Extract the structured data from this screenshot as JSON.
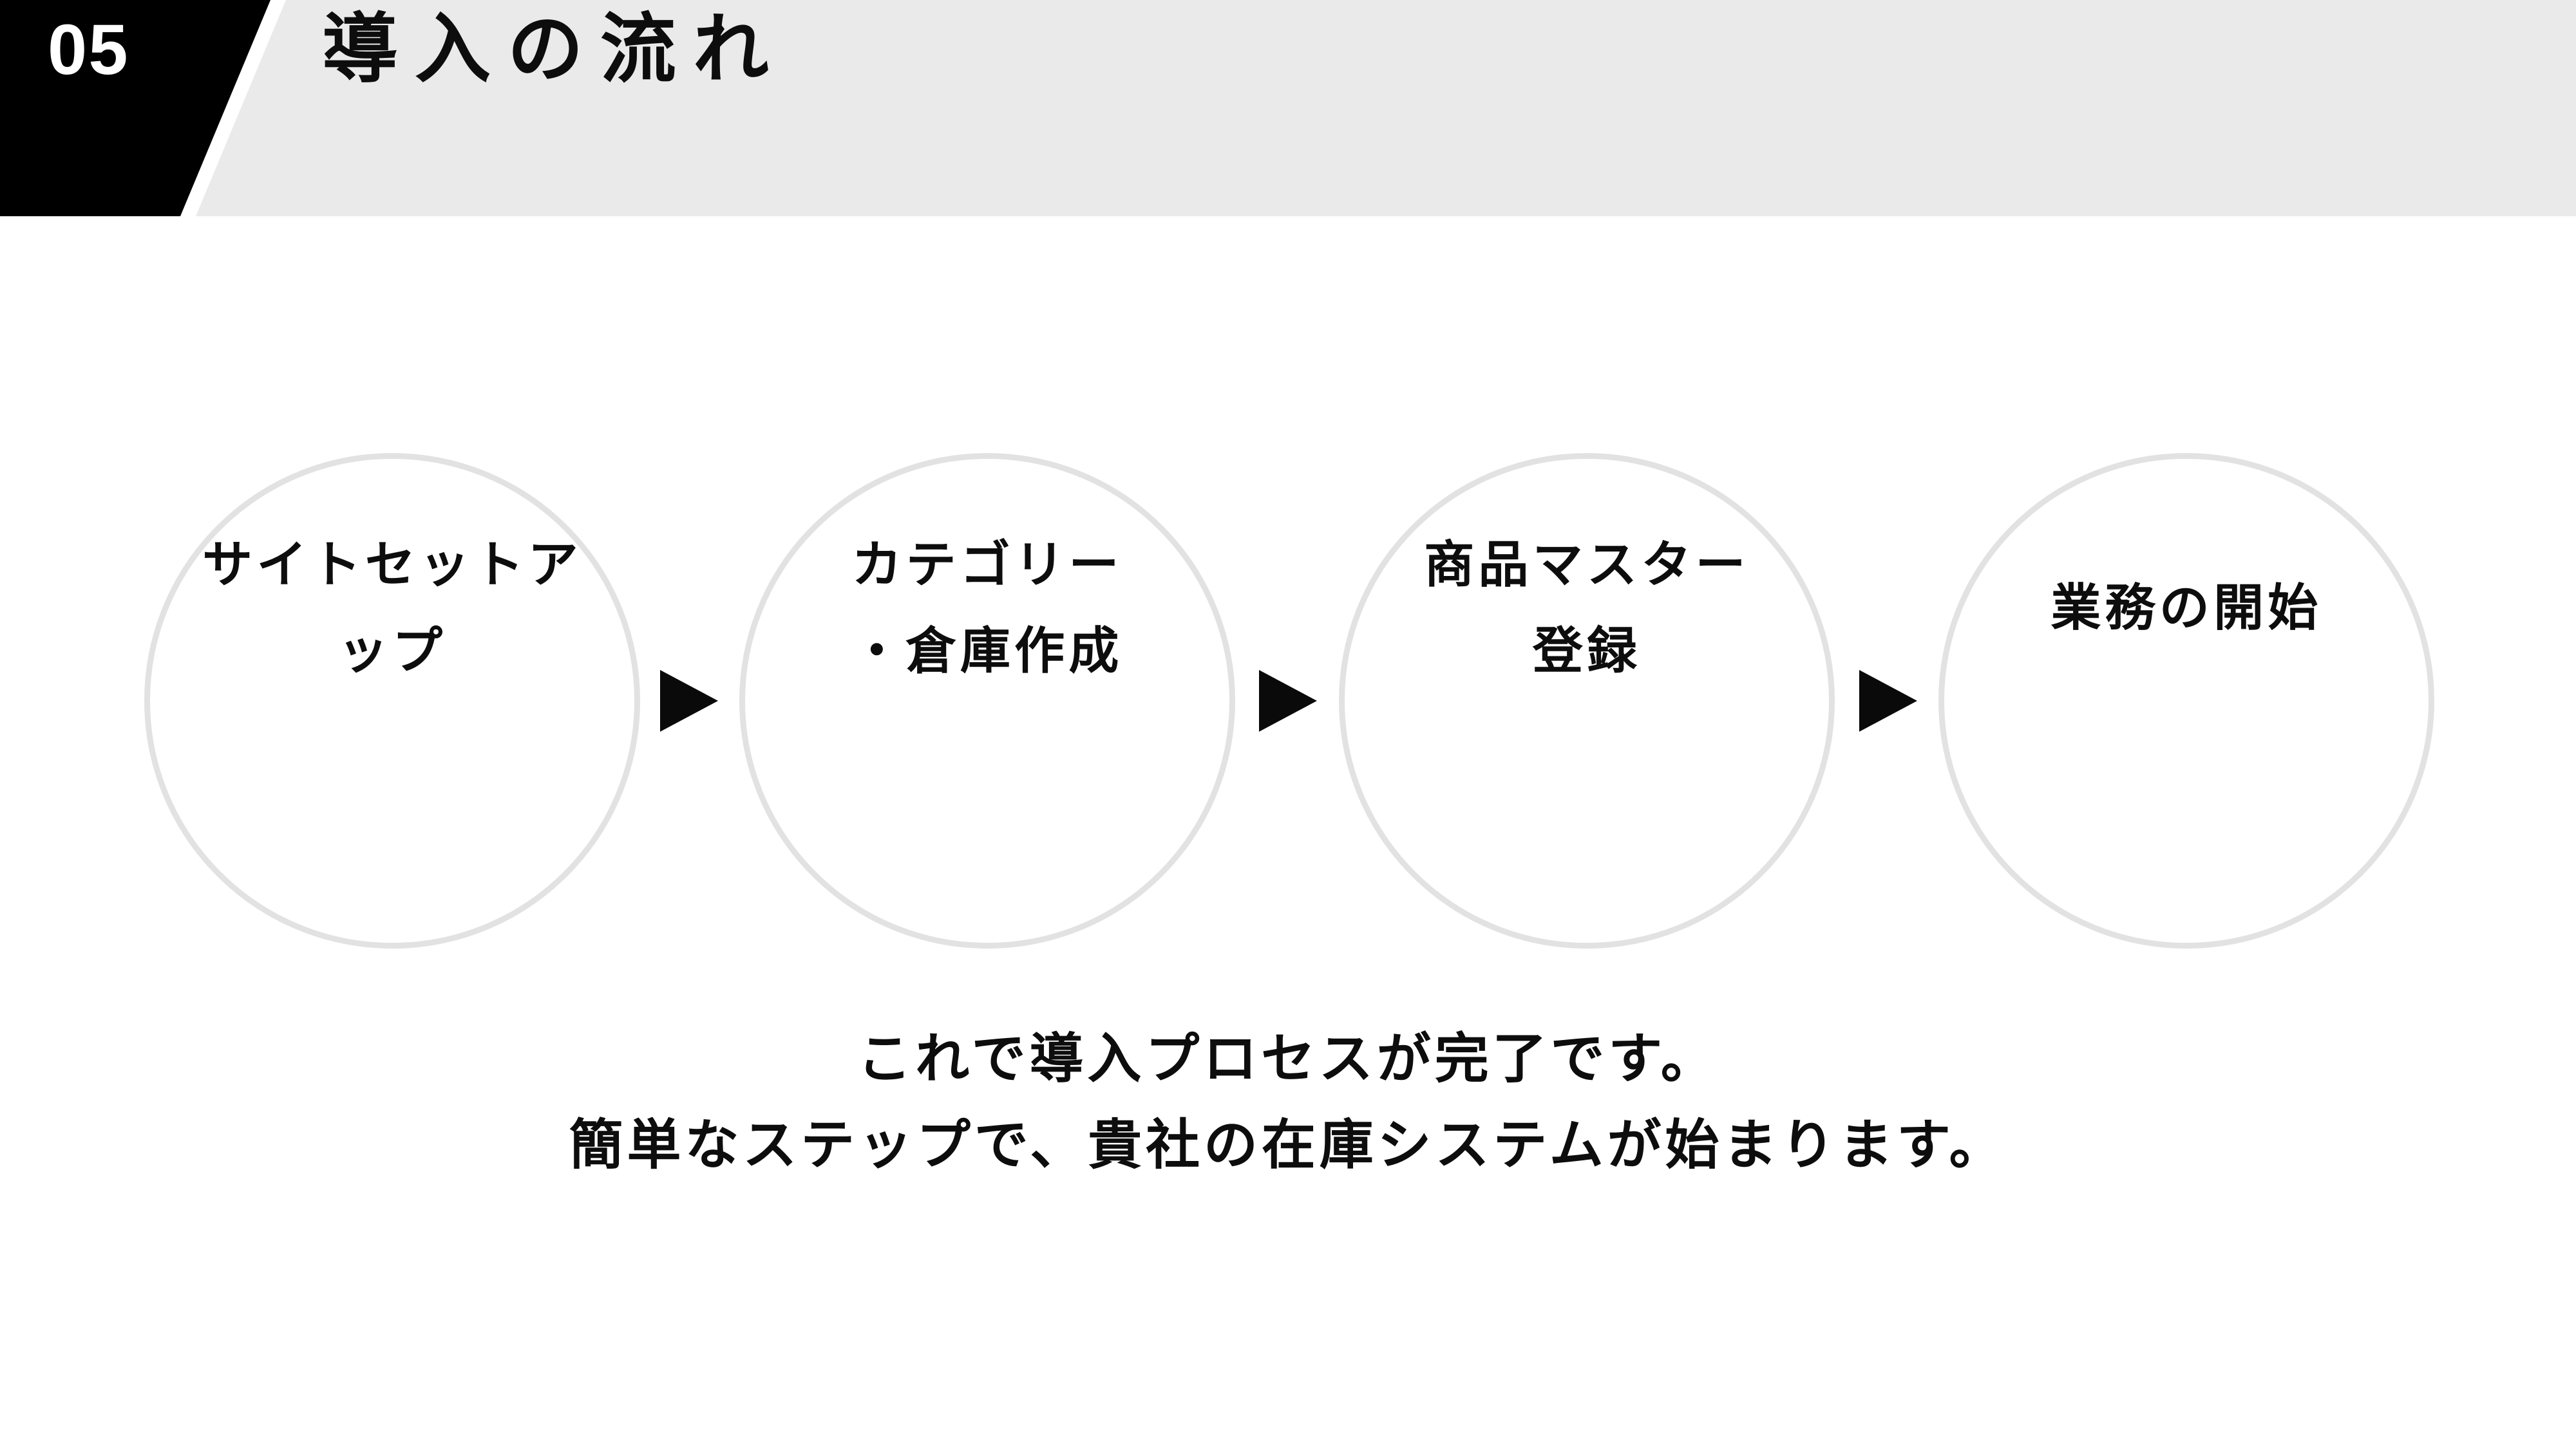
{
  "header": {
    "number": "05",
    "title": "導入の流れ"
  },
  "steps": [
    {
      "label": "サイトセットアップ",
      "line1": "サイトセットア",
      "line2": "ップ"
    },
    {
      "label": "カテゴリー・倉庫作成",
      "line1": "カテゴリー",
      "line2": "・倉庫作成"
    },
    {
      "label": "商品マスター登録",
      "line1": "商品マスター",
      "line2": "登録"
    },
    {
      "label": "業務の開始",
      "line1": "業務の開始"
    }
  ],
  "caption": {
    "line1": "これで導入プロセスが完了です。",
    "line2": "簡単なステップで、貴社の在庫システムが始まります。"
  },
  "icons": {
    "arrow_glyph": "▶"
  },
  "colors": {
    "header_band": "#eaeaea",
    "header_block": "#000000",
    "page_number_text": "#ffffff",
    "circle_border": "#e2e2e2",
    "text": "#0d0d0d",
    "arrow": "#0a0a0a"
  }
}
